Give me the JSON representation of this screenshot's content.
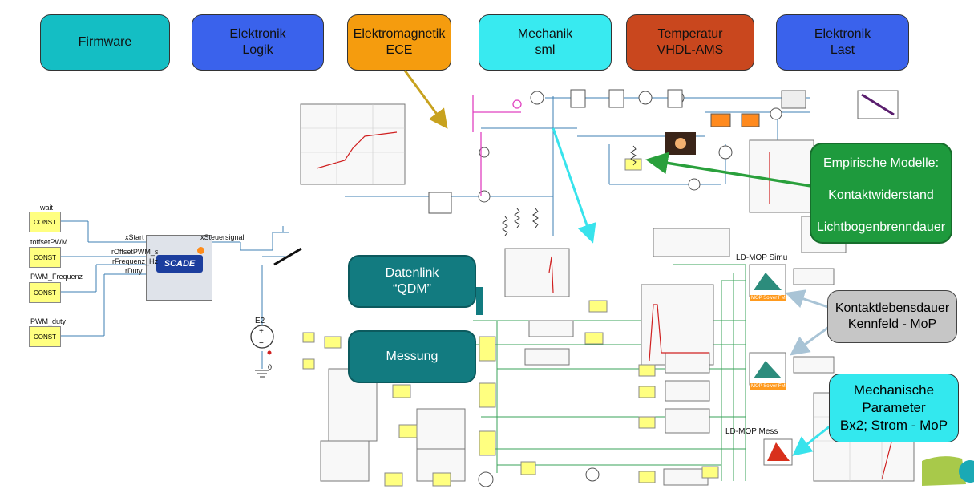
{
  "top_tags": [
    {
      "line1": "Firmware",
      "line2": "",
      "color": "#14bec4"
    },
    {
      "line1": "Elektronik",
      "line2": "Logik",
      "color": "#3a62ec"
    },
    {
      "line1": "Elektromagnetik",
      "line2": "ECE",
      "color": "#f59c0e"
    },
    {
      "line1": "Mechanik",
      "line2": "sml",
      "color": "#38eaf0"
    },
    {
      "line1": "Temperatur",
      "line2": "VHDL-AMS",
      "color": "#c9471e"
    },
    {
      "line1": "Elektronik",
      "line2": "Last",
      "color": "#3a62ec"
    }
  ],
  "callouts": {
    "empirisch": {
      "title": "Empirische Modelle:",
      "line2": "Kontaktwiderstand",
      "line3": "Lichtbogenbrenndauer"
    },
    "datenlink": {
      "line1": "Datenlink",
      "line2": "“QDM”"
    },
    "messung": {
      "line1": "Messung"
    },
    "kontakt": {
      "line1": "Kontaktlebensdauer",
      "line2": "Kennfeld - MoP"
    },
    "mechanisch": {
      "line1": "Mechanische",
      "line2": "Parameter",
      "line3": "Bx2; Strom - MoP"
    }
  },
  "left_circuit": {
    "inputs": [
      "wait",
      "toffsetPWM",
      "PWM_Frequenz",
      "PWM_duty"
    ],
    "const_label": "CONST",
    "ports_in": [
      "xStart",
      "rOffsetPWM_s",
      "rFrequenz_Hz",
      "rDuty"
    ],
    "port_out": "xSteuersignal",
    "block_logo": "SCADE",
    "source_label": "E2",
    "ground_label": "0"
  },
  "schematic_labels": {
    "ld_mop_simu": "LD-MOP Simu",
    "ld_mop_mess": "LD-MOP Mess",
    "mop_solver": "MOP Solver FMU"
  },
  "colors": {
    "wire_blue": "#3c7fb3",
    "wire_green": "#3aa35a",
    "arrow_gold": "#c8a21e",
    "arrow_cyan": "#38e3ec",
    "arrow_green": "#2aa03c",
    "arrow_gray": "#a9c4d6"
  }
}
